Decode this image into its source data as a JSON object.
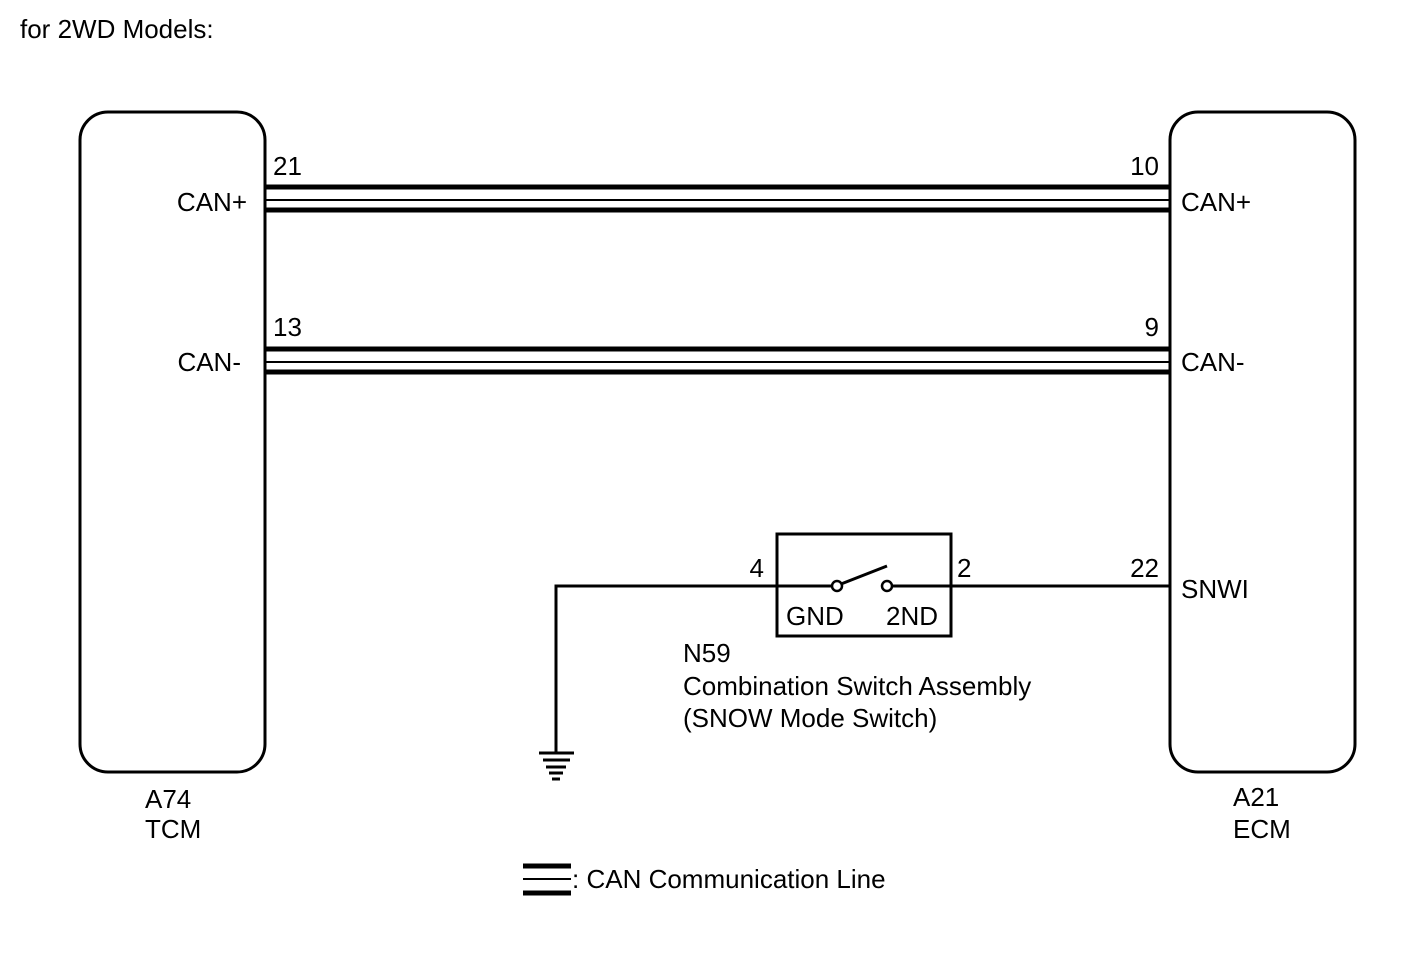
{
  "header": {
    "title": "for 2WD Models:"
  },
  "tcm": {
    "id": "A74",
    "name": "TCM",
    "can_plus_pin": "21",
    "can_plus_label": "CAN+",
    "can_minus_pin": "13",
    "can_minus_label": "CAN-"
  },
  "ecm": {
    "id": "A21",
    "name": "ECM",
    "can_plus_pin": "10",
    "can_plus_label": "CAN+",
    "can_minus_pin": "9",
    "can_minus_label": "CAN-",
    "snwi_pin": "22",
    "snwi_label": "SNWI"
  },
  "switch": {
    "id": "N59",
    "name": "Combination Switch Assembly",
    "subtitle": "(SNOW Mode Switch)",
    "left_pin": "4",
    "right_pin": "2",
    "left_label": "GND",
    "right_label": "2ND"
  },
  "legend": {
    "text": ": CAN Communication Line"
  },
  "icons": {
    "ground": "ground-icon",
    "switch": "switch-contact-icon"
  },
  "colors": {
    "line": "#000000",
    "background": "#ffffff"
  }
}
